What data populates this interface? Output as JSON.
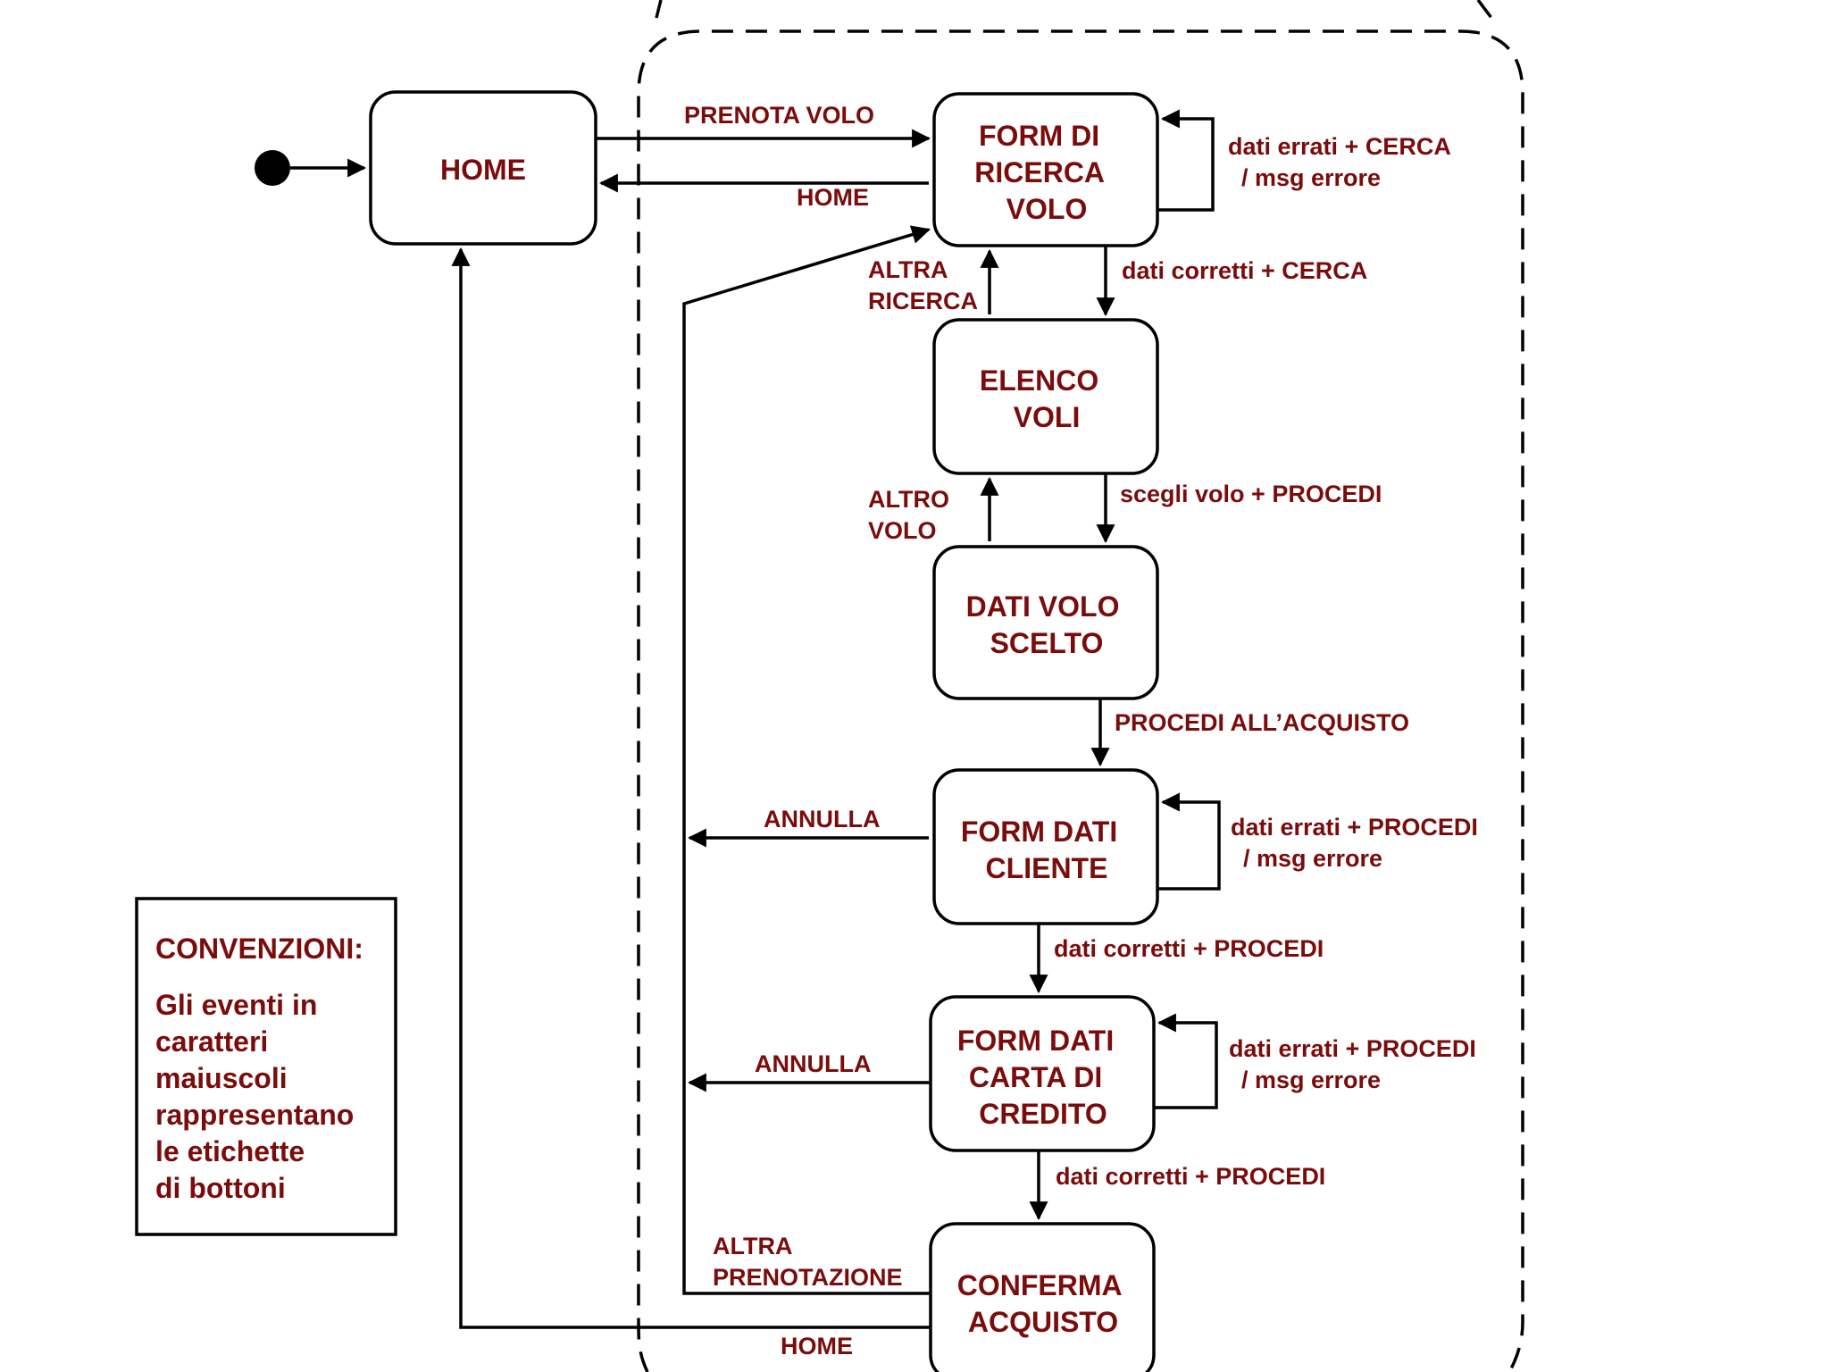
{
  "states": {
    "home": [
      "HOME"
    ],
    "form_ricerca": [
      "FORM DI",
      "RICERCA",
      "VOLO"
    ],
    "elenco_voli": [
      "ELENCO",
      "VOLI"
    ],
    "dati_volo": [
      "DATI VOLO",
      "SCELTO"
    ],
    "form_cliente": [
      "FORM DATI",
      "CLIENTE"
    ],
    "form_carta": [
      "FORM DATI",
      "CARTA DI",
      "CREDITO"
    ],
    "conferma": [
      "CONFERMA",
      "ACQUISTO"
    ]
  },
  "transitions": {
    "prenota_volo": [
      "PRENOTA VOLO"
    ],
    "home_back": [
      "HOME"
    ],
    "ricerca_self": [
      "dati errati + CERCA",
      "/ msg errore"
    ],
    "ricerca_ok": [
      "dati corretti + CERCA"
    ],
    "altra_ricerca": [
      "ALTRA",
      "RICERCA"
    ],
    "scegli_volo": [
      "scegli volo + PROCEDI"
    ],
    "altro_volo": [
      "ALTRO",
      "VOLO"
    ],
    "procedi_acquisto": [
      "PROCEDI ALL’ACQUISTO"
    ],
    "annulla_cliente": [
      "ANNULLA"
    ],
    "cliente_self": [
      "dati errati + PROCEDI",
      "/ msg errore"
    ],
    "cliente_ok": [
      "dati corretti + PROCEDI"
    ],
    "annulla_carta": [
      "ANNULLA"
    ],
    "carta_self": [
      "dati errati + PROCEDI",
      "/ msg errore"
    ],
    "carta_ok": [
      "dati corretti + PROCEDI"
    ],
    "altra_prenotazione": [
      "ALTRA",
      "PRENOTAZIONE"
    ],
    "home_final": [
      "HOME"
    ]
  },
  "conventions": {
    "title": "CONVENZIONI:",
    "lines": [
      "Gli eventi in",
      "caratteri",
      "maiuscoli",
      "rappresentano",
      "le etichette",
      "di bottoni"
    ]
  }
}
